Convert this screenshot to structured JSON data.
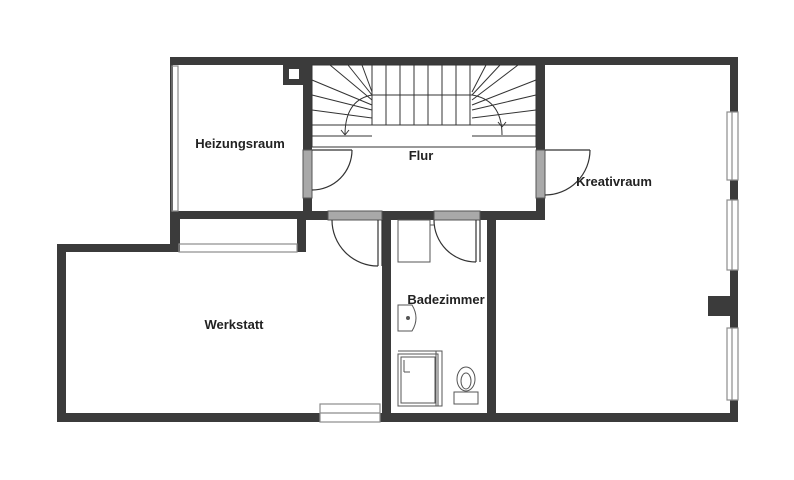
{
  "floorplan": {
    "rooms": {
      "heizungsraum": "Heizungsraum",
      "flur": "Flur",
      "kreativraum": "Kreativraum",
      "werkstatt": "Werkstatt",
      "badezimmer": "Badezimmer"
    },
    "colors": {
      "wall": "#3b3b3b",
      "door_leaf": "#a9a9a9",
      "window": "#8c8c8c",
      "line": "#333333",
      "label": "#222222"
    }
  }
}
